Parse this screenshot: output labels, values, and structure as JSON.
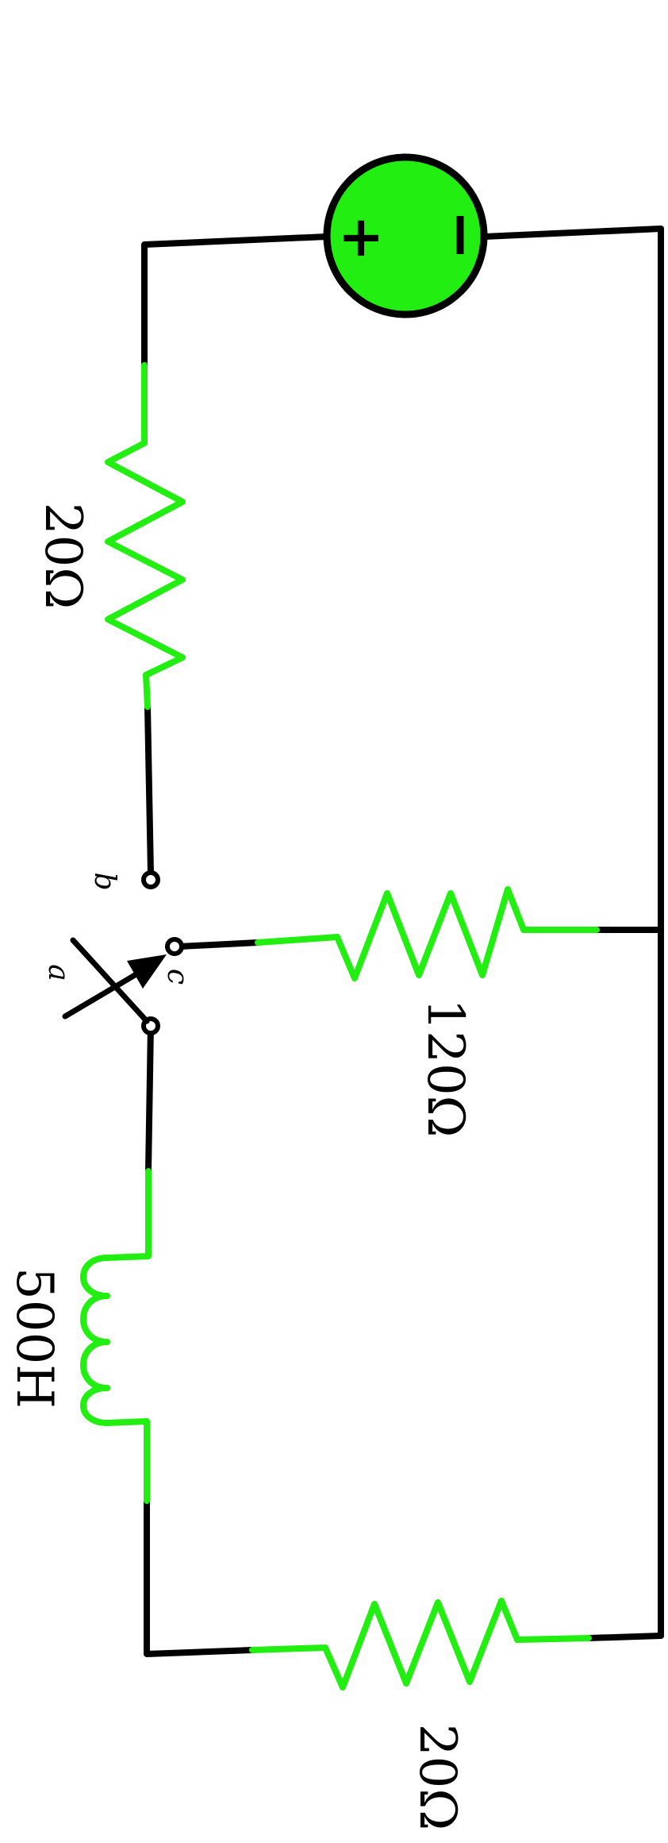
{
  "colors": {
    "component": "#22ee11",
    "wire": "#000000",
    "background": "#ffffff"
  },
  "source": {
    "plus": "+",
    "minus": "-"
  },
  "labels": {
    "r_top": "20Ω",
    "r_middle": "120Ω",
    "r_bottom": "20Ω",
    "inductor": "500H"
  },
  "switch": {
    "pole": "a",
    "throw_b": "b",
    "throw_c": "c"
  }
}
